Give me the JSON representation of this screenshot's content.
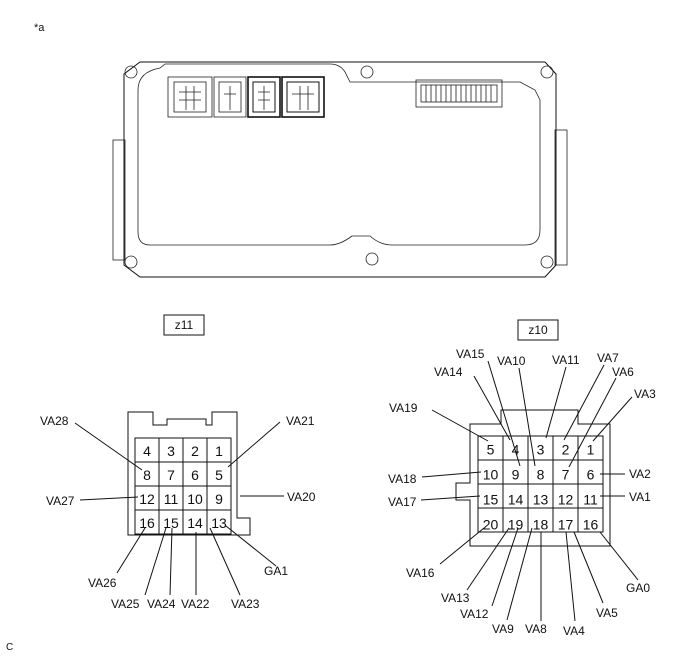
{
  "figure_ref": "*a",
  "corner_code": "C",
  "connectors": [
    {
      "code": "z11",
      "rows": [
        [
          "4",
          "3",
          "2",
          "1"
        ],
        [
          "8",
          "7",
          "6",
          "5"
        ],
        [
          "12",
          "11",
          "10",
          "9"
        ],
        [
          "16",
          "15",
          "14",
          "13"
        ]
      ],
      "labels": [
        "VA28",
        "VA21",
        "VA27",
        "VA20",
        "VA26",
        "VA25",
        "VA24",
        "VA22",
        "VA23",
        "GA1"
      ]
    },
    {
      "code": "z10",
      "rows": [
        [
          "5",
          "4",
          "3",
          "2",
          "1"
        ],
        [
          "10",
          "9",
          "8",
          "7",
          "6"
        ],
        [
          "15",
          "14",
          "13",
          "12",
          "11"
        ],
        [
          "20",
          "19",
          "18",
          "17",
          "16"
        ]
      ],
      "labels": [
        "VA15",
        "VA10",
        "VA11",
        "VA7",
        "VA14",
        "VA6",
        "VA3",
        "VA19",
        "VA18",
        "VA2",
        "VA17",
        "VA1",
        "VA16",
        "GA0",
        "VA13",
        "VA12",
        "VA9",
        "VA8",
        "VA4",
        "VA5"
      ]
    }
  ]
}
